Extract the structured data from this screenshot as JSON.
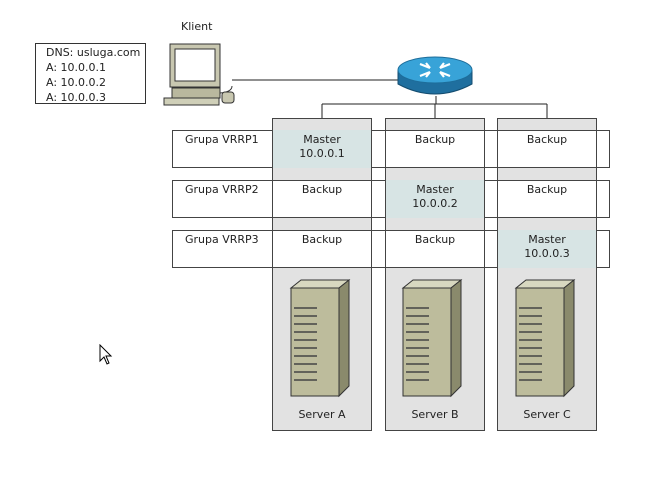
{
  "client": {
    "label": "Klient",
    "dns_lines": [
      "DNS: usluga.com",
      "A: 10.0.0.1",
      "A: 10.0.0.2",
      "A: 10.0.0.3"
    ]
  },
  "groups": [
    {
      "name": "Grupa VRRP1",
      "cells": [
        {
          "role": "Master",
          "ip": "10.0.0.1"
        },
        {
          "role": "Backup",
          "ip": ""
        },
        {
          "role": "Backup",
          "ip": ""
        }
      ]
    },
    {
      "name": "Grupa VRRP2",
      "cells": [
        {
          "role": "Backup",
          "ip": ""
        },
        {
          "role": "Master",
          "ip": "10.0.0.2"
        },
        {
          "role": "Backup",
          "ip": ""
        }
      ]
    },
    {
      "name": "Grupa VRRP3",
      "cells": [
        {
          "role": "Backup",
          "ip": ""
        },
        {
          "role": "Backup",
          "ip": ""
        },
        {
          "role": "Master",
          "ip": "10.0.0.3"
        }
      ]
    }
  ],
  "servers": [
    {
      "name": "Server A"
    },
    {
      "name": "Server B"
    },
    {
      "name": "Server C"
    }
  ],
  "colors": {
    "column_bg": "#e2e2e2",
    "master_bg": "#d7e4e4",
    "router": "#2b8fc4"
  },
  "icons": [
    "computer-icon",
    "router-icon",
    "server-icon",
    "cursor-icon"
  ]
}
